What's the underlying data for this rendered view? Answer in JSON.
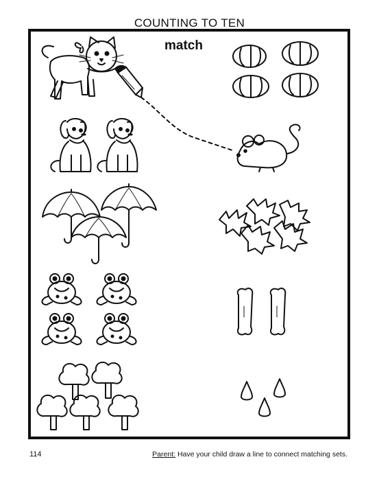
{
  "header": {
    "title": "COUNTING TO TEN"
  },
  "worksheet": {
    "instruction_word": "match"
  },
  "left_sets": [
    {
      "icon": "cat-icon",
      "count": 1
    },
    {
      "icon": "dog-icon",
      "count": 2
    },
    {
      "icon": "umbrella-icon",
      "count": 3
    },
    {
      "icon": "frog-icon",
      "count": 4
    },
    {
      "icon": "tree-icon",
      "count": 5
    }
  ],
  "right_sets": [
    {
      "icon": "shell-icon",
      "count": 4
    },
    {
      "icon": "mouse-icon",
      "count": 1
    },
    {
      "icon": "holly-leaf-icon",
      "count": 5
    },
    {
      "icon": "bone-icon",
      "count": 2
    },
    {
      "icon": "raindrop-icon",
      "count": 3
    }
  ],
  "footer": {
    "page_number": "114",
    "parent_label": "Parent:",
    "parent_text": " Have your child draw a line to connect matching sets."
  }
}
